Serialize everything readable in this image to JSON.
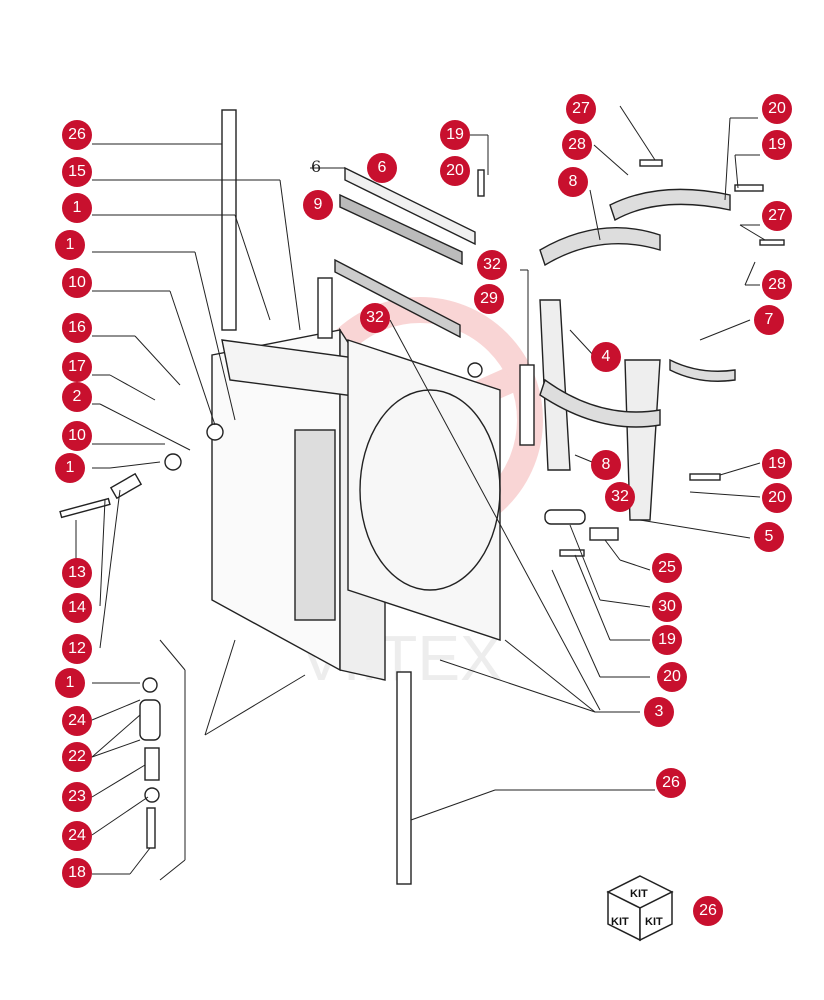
{
  "callouts": [
    {
      "id": "c26a",
      "label": "26"
    },
    {
      "id": "c15",
      "label": "15"
    },
    {
      "id": "c1a",
      "label": "1"
    },
    {
      "id": "c1b",
      "label": "1"
    },
    {
      "id": "c10a",
      "label": "10"
    },
    {
      "id": "c16",
      "label": "16"
    },
    {
      "id": "c17",
      "label": "17"
    },
    {
      "id": "c2",
      "label": "2"
    },
    {
      "id": "c10b",
      "label": "10"
    },
    {
      "id": "c1c",
      "label": "1"
    },
    {
      "id": "c13",
      "label": "13"
    },
    {
      "id": "c14",
      "label": "14"
    },
    {
      "id": "c12",
      "label": "12"
    },
    {
      "id": "c1d",
      "label": "1"
    },
    {
      "id": "c24a",
      "label": "24"
    },
    {
      "id": "c22",
      "label": "22"
    },
    {
      "id": "c23",
      "label": "23"
    },
    {
      "id": "c24b",
      "label": "24"
    },
    {
      "id": "c18",
      "label": "18"
    },
    {
      "id": "c6",
      "label": "6"
    },
    {
      "id": "c9",
      "label": "9"
    },
    {
      "id": "c19a",
      "label": "19"
    },
    {
      "id": "c20a",
      "label": "20"
    },
    {
      "id": "c32a",
      "label": "32"
    },
    {
      "id": "c29",
      "label": "29"
    },
    {
      "id": "c32b",
      "label": "32"
    },
    {
      "id": "c27a",
      "label": "27"
    },
    {
      "id": "c28a",
      "label": "28"
    },
    {
      "id": "c8a",
      "label": "8"
    },
    {
      "id": "c20b",
      "label": "20"
    },
    {
      "id": "c19b",
      "label": "19"
    },
    {
      "id": "c27b",
      "label": "27"
    },
    {
      "id": "c28b",
      "label": "28"
    },
    {
      "id": "c7",
      "label": "7"
    },
    {
      "id": "c4",
      "label": "4"
    },
    {
      "id": "c8b",
      "label": "8"
    },
    {
      "id": "c19c",
      "label": "19"
    },
    {
      "id": "c20c",
      "label": "20"
    },
    {
      "id": "c32c",
      "label": "32"
    },
    {
      "id": "c5",
      "label": "5"
    },
    {
      "id": "c25",
      "label": "25"
    },
    {
      "id": "c30",
      "label": "30"
    },
    {
      "id": "c19d",
      "label": "19"
    },
    {
      "id": "c20d",
      "label": "20"
    },
    {
      "id": "c3",
      "label": "3"
    },
    {
      "id": "c26b",
      "label": "26"
    },
    {
      "id": "c26c",
      "label": "26"
    }
  ],
  "plain_label": "6",
  "kit": {
    "top": "KIT",
    "left": "KIT",
    "right": "KIT"
  },
  "watermark": "VIITEX",
  "colors": {
    "callout": "#c8102e",
    "line": "#222222",
    "watermark": "#f2b8b8"
  }
}
